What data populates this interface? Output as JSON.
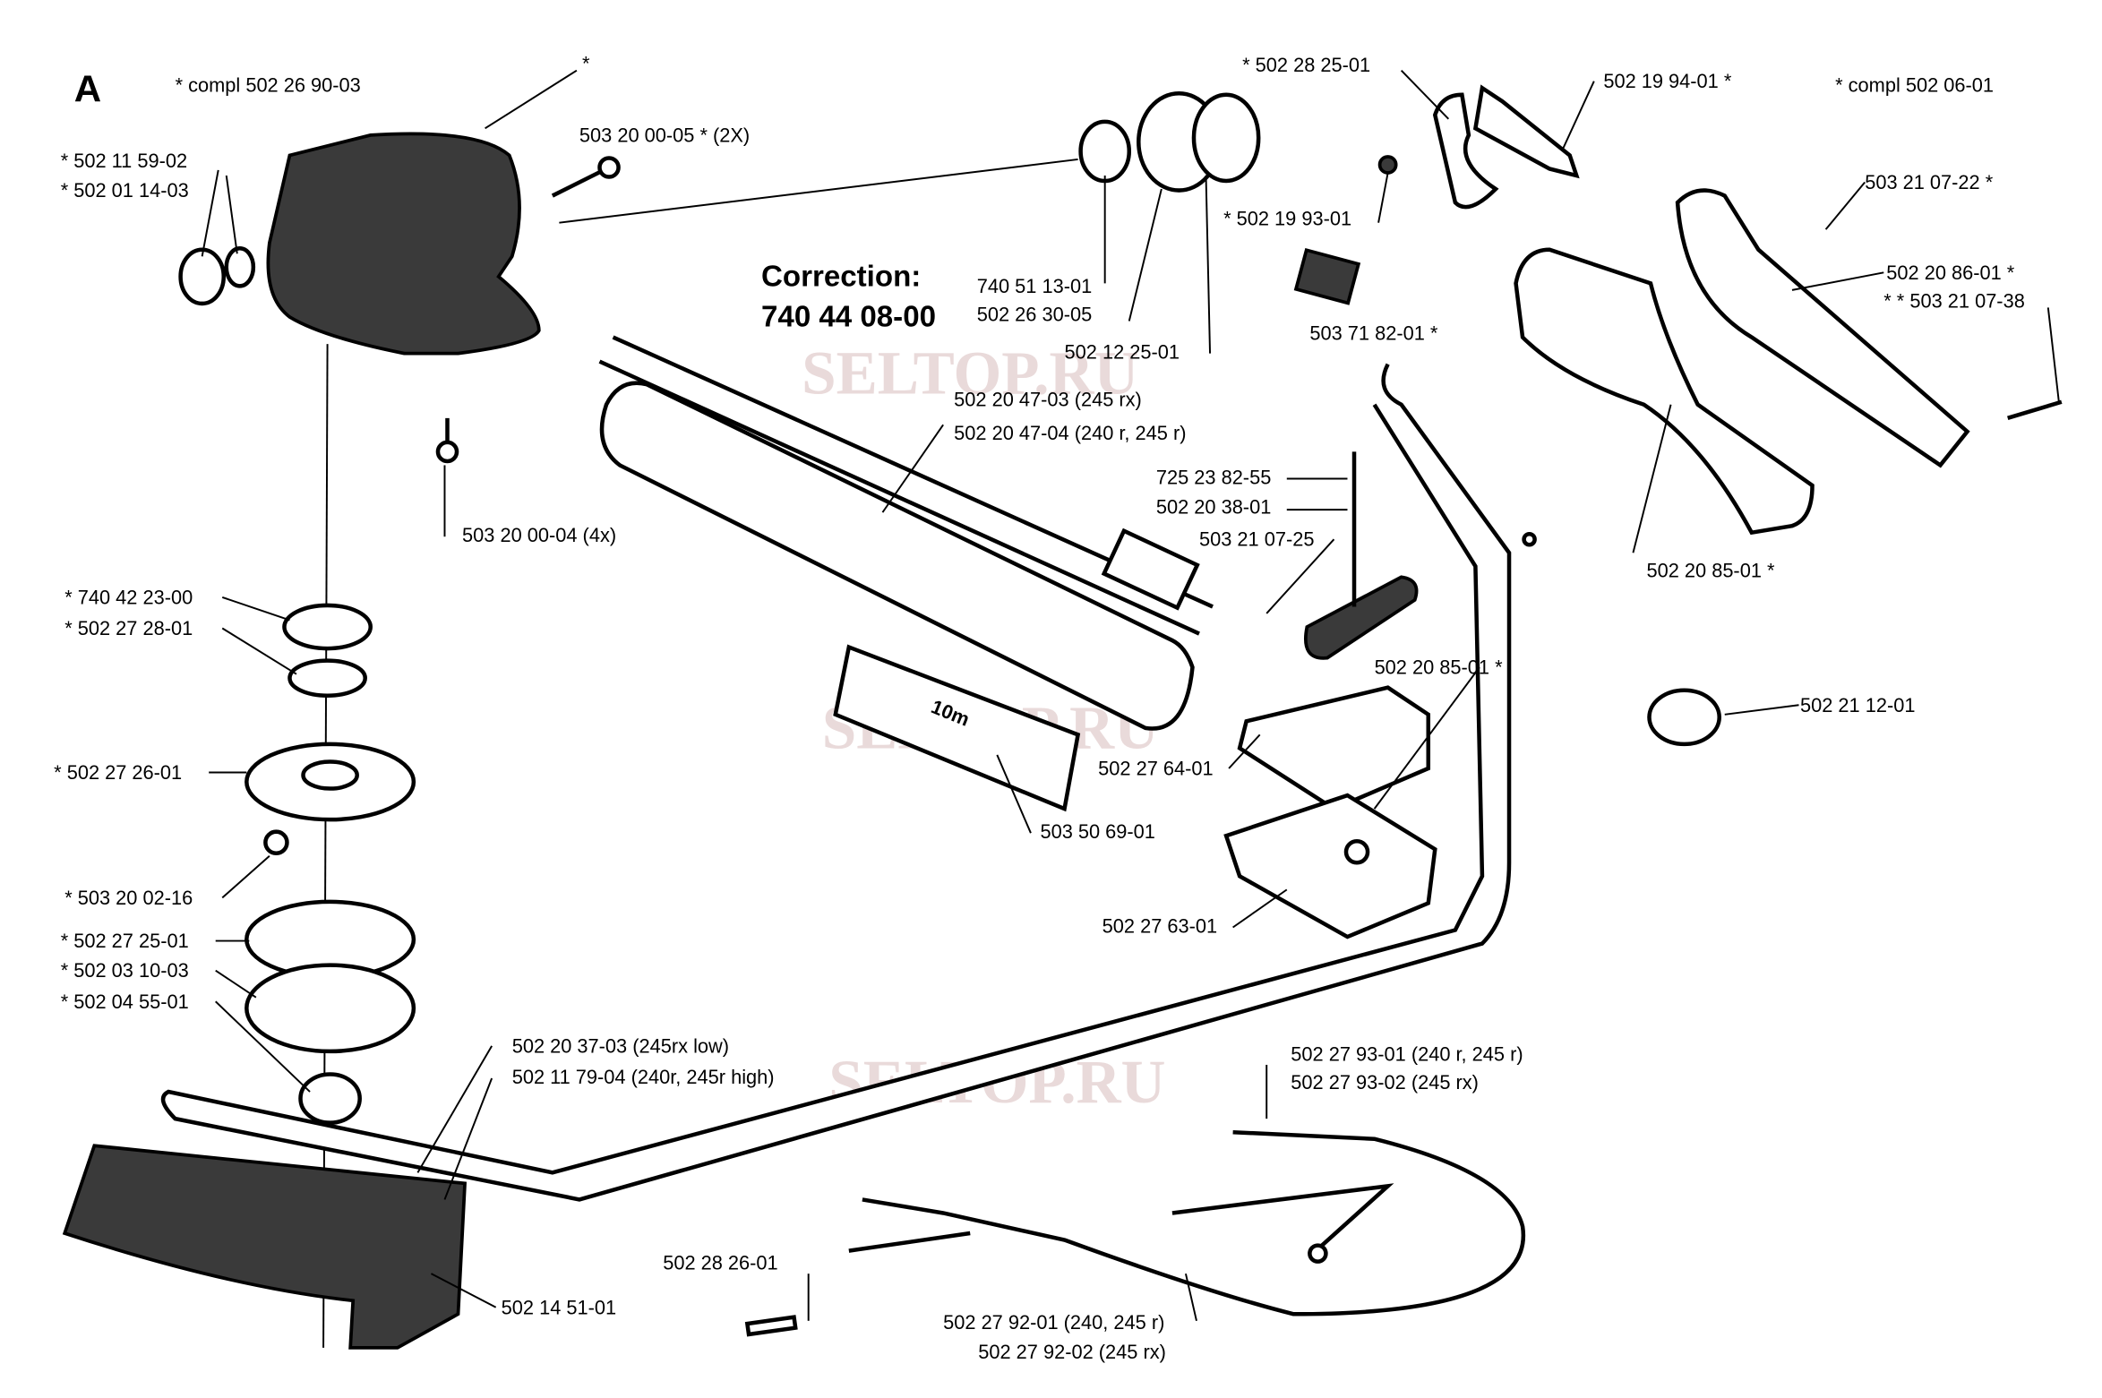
{
  "section": "A",
  "correction": {
    "title": "Correction:",
    "number": "740 44 08-00"
  },
  "watermark": "SELTOP.RU",
  "labels": [
    "* compl 502 26 90-03",
    "*",
    "503 20 00-05  *  (2X)",
    "* 502 11 59-02",
    "* 502 01 14-03",
    "740 51 13-01",
    "502 26 30-05",
    "502 12 25-01",
    "* 502 28 25-01",
    "502 19 94-01  *",
    "* compl 502 06-01",
    "* 502 19 93-01",
    "503 21 07-22  *",
    "503 71 82-01  *",
    "502 20 86-01  *",
    "* * 503 21 07-38",
    "502 20 47-03  (245 rx)",
    "502 20 47-04  (240 r, 245 r)",
    "725 23 82-55",
    "502 20 38-01",
    "503 21 07-25",
    "503 20 00-04  (4x)",
    "502 20 85-01  *",
    "* 740 42 23-00",
    "* 502 27 28-01",
    "502 20 85-01  *",
    "502 21 12-01",
    "* 502 27 26-01",
    "502 27 64-01",
    "503 50 69-01",
    "* 503 20 02-16",
    "502 27 63-01",
    "* 502 27 25-01",
    "* 502 03 10-03",
    "* 502 04 55-01",
    "502 20 37-03  (245rx low)",
    "502 11 79-04  (240r, 245r high)",
    "502 27 93-01  (240 r, 245 r)",
    "502 27 93-02  (245 rx)",
    "502 28 26-01",
    "502 14 51-01",
    "502 27 92-01 (240, 245 r)",
    "502 27 92-02 (245 rx)"
  ],
  "decal_text": "10m"
}
